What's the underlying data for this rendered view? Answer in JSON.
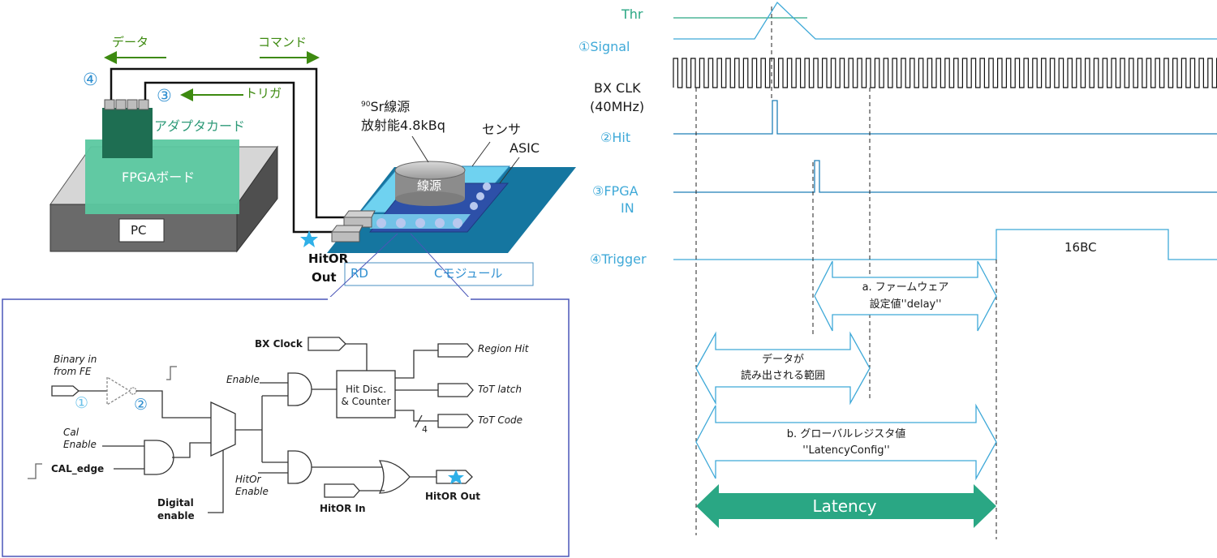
{
  "setup": {
    "data_label": "データ",
    "command_label": "コマンド",
    "trigger_label": "トリガ",
    "num4": "④",
    "num3": "③",
    "adapter_label": "アダプタカード",
    "fpga_board_label": "FPGAボード",
    "pc_label": "PC",
    "source_line1": "Sr線源",
    "source_sup": "90",
    "source_line2": "放射能4.8kBq",
    "source_body_label": "線源",
    "sensor_label": "センサ",
    "asic_label": "ASIC",
    "hitor_line1": "HitOR",
    "hitor_line2": "Out",
    "module_label_left": "RD",
    "module_label_right": "Cモジュール"
  },
  "circuit": {
    "binary_in": "Binary in",
    "from_fe": "from FE",
    "num1": "①",
    "num2": "②",
    "cal_enable_1": "Cal",
    "cal_enable_2": "Enable",
    "cal_edge": "CAL_edge",
    "digital_1": "Digital",
    "digital_2": "enable",
    "enable": "Enable",
    "bx_clock": "BX Clock",
    "hit_disc_1": "Hit Disc.",
    "hit_disc_2": "& Counter",
    "region_hit": "Region Hit",
    "tot_latch": "ToT latch",
    "tot_code": "ToT Code",
    "bus_width": "4",
    "hitor_enable_1": "HitOr",
    "hitor_enable_2": "Enable",
    "hitor_in": "HitOR In",
    "hitor_out": "HitOR Out"
  },
  "timing": {
    "thr": "Thr",
    "signal": "①Signal",
    "bxclk_1": "BX CLK",
    "bxclk_2": "(40MHz)",
    "hit": "②Hit",
    "fpga_in_1": "③FPGA",
    "fpga_in_2": "IN",
    "trigger": "④Trigger",
    "trigger_width": "16BC",
    "delay_1": "a. ファームウェア",
    "delay_2": "設定値''delay''",
    "readout_1": "データが",
    "readout_2": "読み出される範囲",
    "latency_cfg_1": "b. グローバルレジスタ値",
    "latency_cfg_2": "''LatencyConfig''",
    "latency": "Latency"
  },
  "colors": {
    "signal_blue": "#3fa9d8",
    "teal": "#2aa784",
    "green_text": "#3d8a10",
    "fpga_green": "#5bc8a0",
    "board_blue": "#1f7fa8",
    "frame_blue": "#4a56b8"
  }
}
